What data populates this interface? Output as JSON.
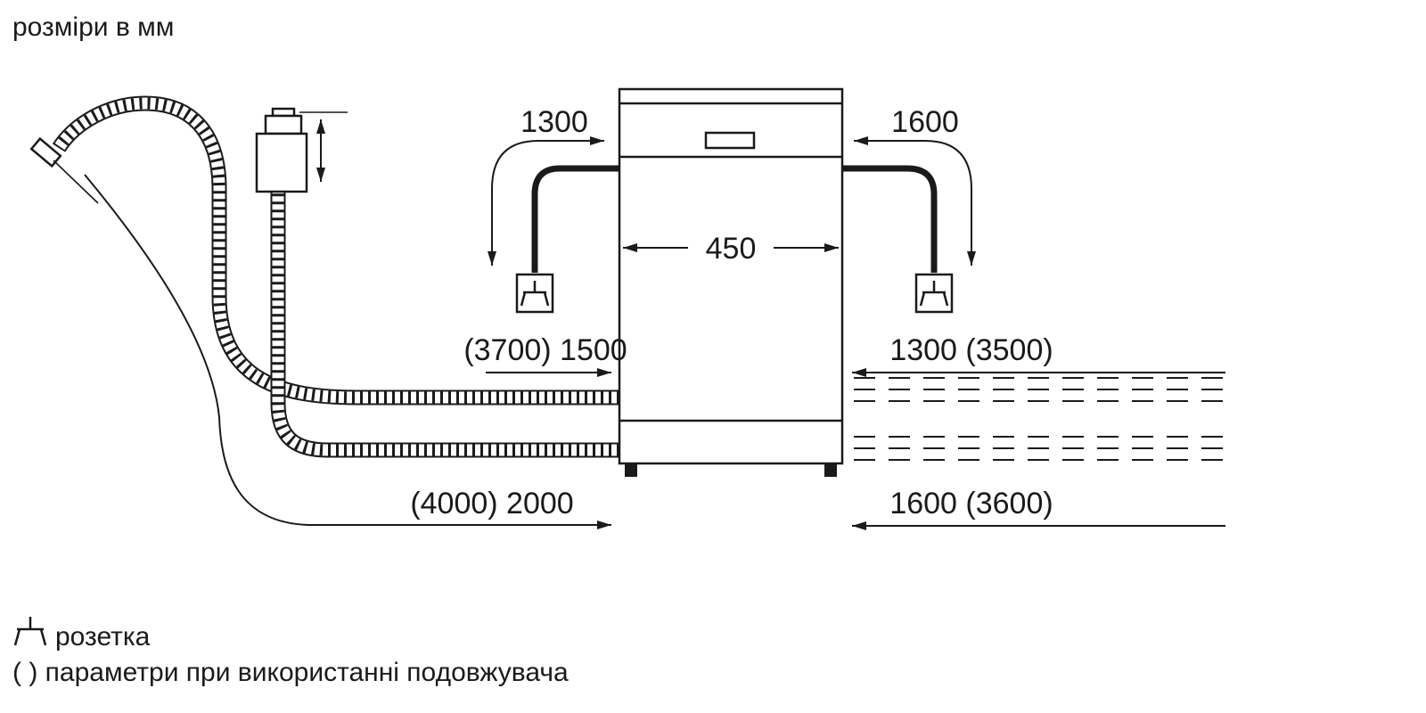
{
  "colors": {
    "line": "#1a1a1a",
    "background": "#ffffff"
  },
  "dimensions": {
    "unit_note": "розміри в мм",
    "appliance_width": "450",
    "power_cord_left": "1300",
    "power_cord_right": "1600",
    "drain_hose_left": "(3700) 1500",
    "inlet_hose_left": "(4000) 2000",
    "drain_hose_right": "1300 (3500)",
    "inlet_hose_right": "1600 (3600)"
  },
  "legend": {
    "socket_label": "розетка",
    "extension_note": "( ) параметри при використанні подовжувача"
  }
}
